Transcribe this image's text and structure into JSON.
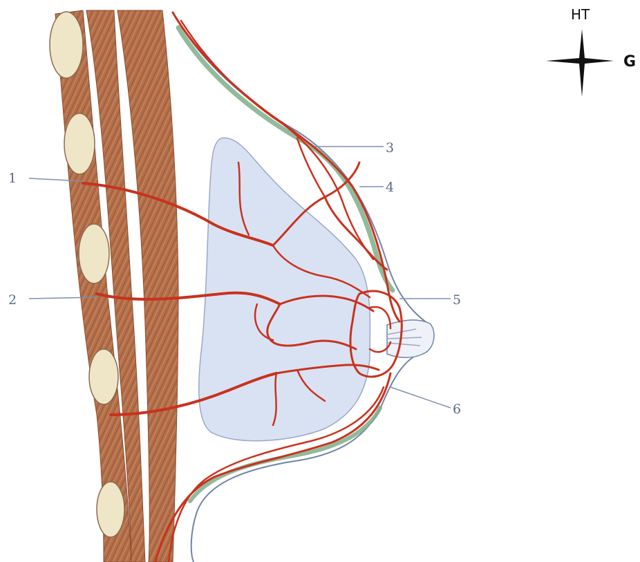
{
  "orientation": {
    "up_label": "HT",
    "right_label": "G"
  },
  "labels": [
    {
      "id": "1",
      "text": "1"
    },
    {
      "id": "2",
      "text": "2"
    },
    {
      "id": "3",
      "text": "3"
    },
    {
      "id": "4",
      "text": "4"
    },
    {
      "id": "5",
      "text": "5"
    },
    {
      "id": "6",
      "text": "6"
    }
  ],
  "colors": {
    "artery": "#c8321e",
    "muscle": "#b06a45",
    "gland": "#d9e2f3",
    "skin_line": "#6f84a8",
    "fat_green": "#7fae8a",
    "node_fill": "#efe6c8",
    "leader_line": "#7d8fb0"
  }
}
